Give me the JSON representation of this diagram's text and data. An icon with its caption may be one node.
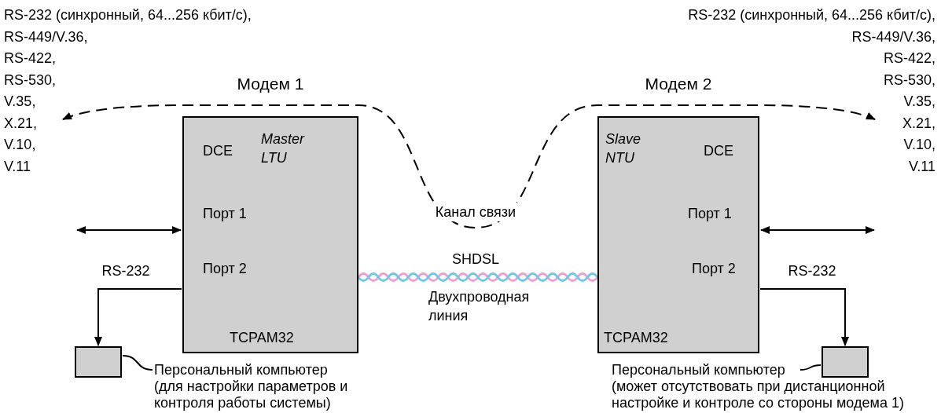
{
  "diagram": {
    "nodes": [
      {
        "text": [
          "Модем 1",
          "DCE",
          "Master LTU",
          "Порт 1",
          "Порт 2",
          "TCPAM32"
        ]
      },
      {
        "text": [
          "Модем 2",
          "Slave NTU",
          "DCE",
          "Порт 1",
          "Порт 2",
          "TCPAM32"
        ]
      },
      {
        "text": [
          "RS-232 (синхронный, 64...256 кбит/с), RS-449/V.36, RS-422, RS-530, V.35, X.21, V.10, V.11"
        ]
      },
      {
        "text": [
          "RS-232 (синхронный, 64...256 кбит/с), RS-449/V.36, RS-422, RS-530, V.35, X.21, V.10, V.11"
        ]
      },
      {
        "text": [],
        "shape": "box"
      },
      {
        "text": [
          "Персональный компьютер (для настройки параметров и контроля работы системы)"
        ]
      },
      {
        "text": [],
        "shape": "box"
      },
      {
        "text": [
          "Персональный компьютер (может отсутствовать при дистанционной настройке и контроле со стороны модема 1)"
        ]
      }
    ],
    "edges": [
      {
        "from": 2,
        "to": 3,
        "arrow": "both",
        "style": "dashed",
        "label": "Канал связи"
      },
      {
        "from": 0,
        "to": 1,
        "arrow": "none",
        "label": "SHDSL",
        "color": "#f0a0d0"
      },
      {
        "from": null,
        "to": 0,
        "arrow": "both"
      },
      {
        "from": 1,
        "to": null,
        "arrow": "both"
      },
      {
        "from": 0,
        "to": 4,
        "arrow": "to",
        "label": "RS-232"
      },
      {
        "from": 1,
        "to": 6,
        "arrow": "to",
        "label": "RS-232"
      },
      {
        "from": 5,
        "to": 4,
        "arrow": "none"
      },
      {
        "from": 7,
        "to": 6,
        "arrow": "none"
      }
    ],
    "labels": [
      "Двухпроводная линия"
    ]
  }
}
